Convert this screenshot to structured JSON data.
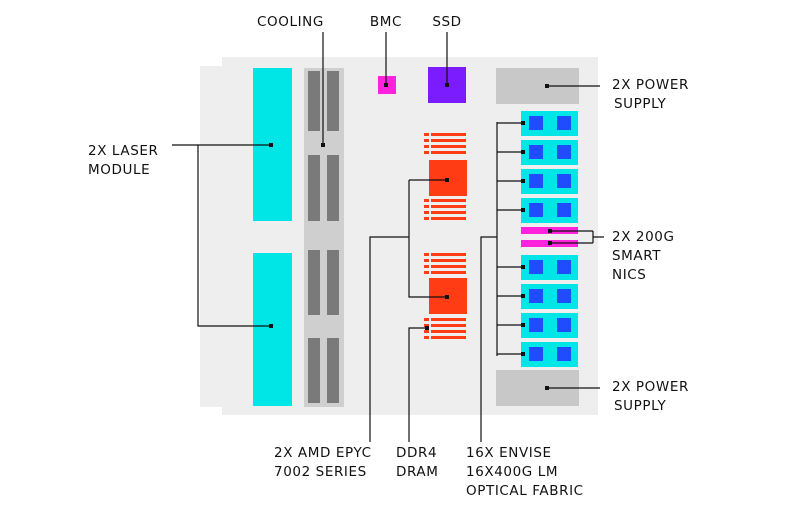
{
  "colors": {
    "chassis": "#eeeeee",
    "edge_white": "#ffffff",
    "laser": "#00e5e5",
    "cooling_bg": "#cfcfcf",
    "cooling_fan": "#7a7a7a",
    "bmc": "#ff22dd",
    "ssd": "#7a1cff",
    "power": "#c8c8c8",
    "cpu": "#ff3c14",
    "dram": "#ff3c14",
    "optic_bg": "#00e5e5",
    "optic_chip": "#1f4cff",
    "nic": "#ff22dd",
    "line": "#111111"
  },
  "labels": {
    "cooling": "COOLING",
    "bmc": "BMC",
    "ssd": "SSD",
    "power_top": [
      "2X POWER",
      "SUPPLY"
    ],
    "power_bottom": [
      "2X POWER",
      "SUPPLY"
    ],
    "laser": [
      "2X LASER",
      "MODULE"
    ],
    "nics": [
      "2X 200G",
      "SMART",
      "NICS"
    ],
    "cpu": [
      "2X AMD EPYC",
      "7002 SERIES"
    ],
    "dram": [
      "DDR4",
      "DRAM"
    ],
    "optical": [
      "16X ENVISE",
      "16X400G LM",
      "OPTICAL FABRIC"
    ]
  }
}
